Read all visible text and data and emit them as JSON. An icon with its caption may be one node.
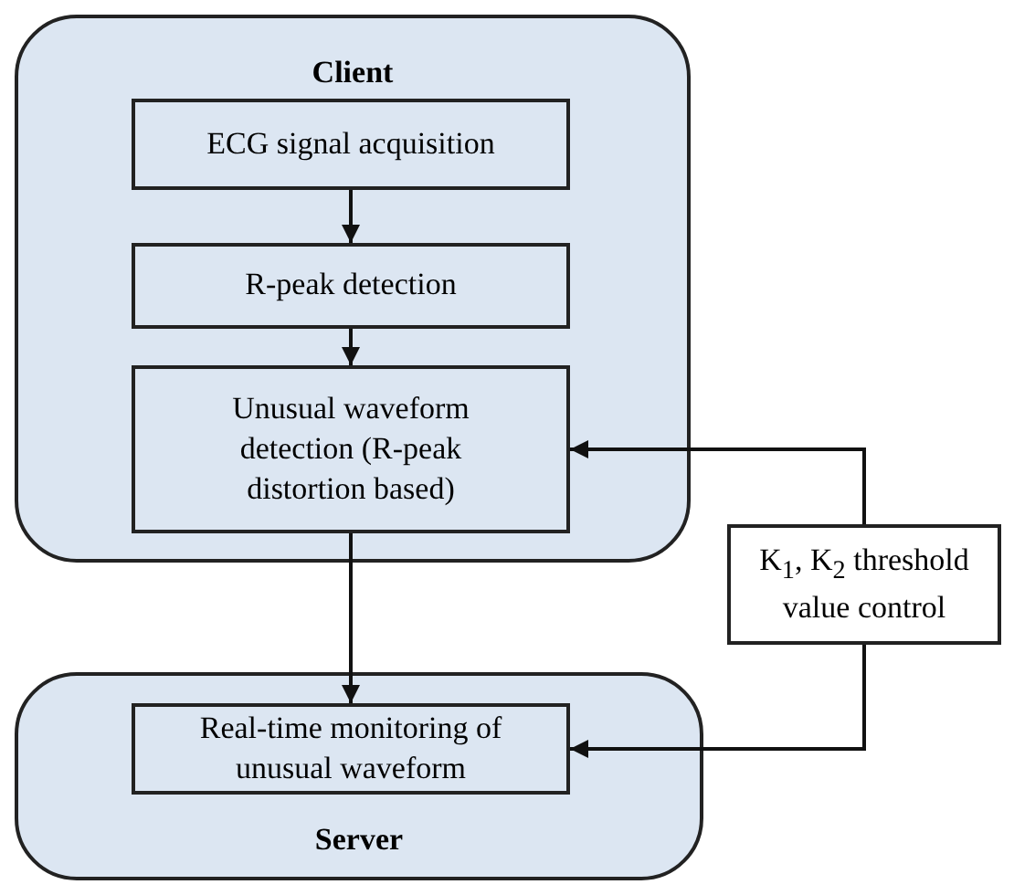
{
  "diagram": {
    "nodes": [
      {
        "text": [
          "Client"
        ]
      },
      {
        "text": [
          "ECG signal acquisition"
        ],
        "in": 0
      },
      {
        "text": [
          "R-peak detection"
        ],
        "in": 0
      },
      {
        "text": [
          "Unusual waveform detection (R-peak distortion based)"
        ],
        "in": 0
      },
      {
        "text": [
          "Server"
        ]
      },
      {
        "text": [
          "Real-time monitoring of unusual waveform"
        ],
        "in": 4
      },
      {
        "text": [
          "K$_{1}$, K$_{2}$ threshold value control"
        ]
      }
    ],
    "edges": [
      {
        "from": 1,
        "to": 2,
        "arrow": "to"
      },
      {
        "from": 2,
        "to": 3,
        "arrow": "to"
      },
      {
        "from": 3,
        "to": 5,
        "arrow": "to"
      },
      {
        "from": 6,
        "to": 3,
        "arrow": "to"
      },
      {
        "from": 6,
        "to": 5,
        "arrow": "to"
      }
    ]
  }
}
